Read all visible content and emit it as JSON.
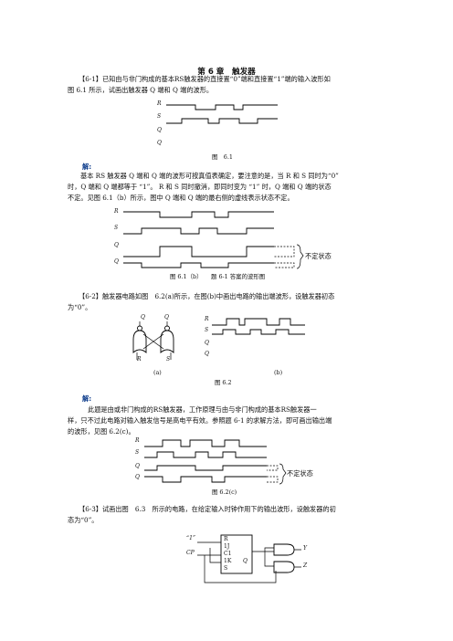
{
  "chapter_title": "第 6 章　触发器",
  "q1": {
    "line1": "【6-1】已知由与非门构成的基本RS触发器的直接置“0”端和直接置“1”端的输入波形如",
    "line2": "图 6.1 所示，试画出触发器 Q 端和 Q 端的波形。",
    "signals": [
      "R",
      "S",
      "Q",
      "Q"
    ],
    "caption": "图　6.1"
  },
  "sol1": {
    "head": "解:",
    "line1": "基本 RS 触发器 Q 端和 Q 端的波形可按真值表确定，要注意的是，当 R 和 S 同时为“0”",
    "line2": "时，Q 端和 Q 端都等于 “1”。 R 和 S 同时撤消，即同时变为 “1” 时，Q 端和 Q 端的状态",
    "line3": "不定。见图 6.1（b）所示，图中 Q 端和 Q 端的最右侧的虚线表示状态不定。",
    "signals": [
      "R",
      "S",
      "Q",
      "Q"
    ],
    "indeterminate": "不定状态",
    "caption": "图 6.1（b）　　题 6-1 答案的波形图"
  },
  "q2": {
    "line1": "【6-2】触发器电路如图　6.2(a)所示，在图(b)中画出电路的输出端波形，设触发器初态",
    "line2": "为“0”。",
    "gate_labels": [
      "Q",
      "Q",
      "R",
      "S"
    ],
    "signals": [
      "R",
      "S",
      "Q",
      "Q"
    ],
    "sub_a": "(a)",
    "sub_b": "(b)",
    "caption": "图 6.2"
  },
  "sol2": {
    "head": "解:",
    "line1": "此题是由或非门构成的RS触发器，工作原理与由与非门构成的基本RS触发器一",
    "line2": "样，只不过此电路对输入触发信号是高电平有效。参照题 6-1 的求解方法，即可画出输出端",
    "line3": "的波形，见图 6.2(c)。",
    "signals": [
      "R",
      "S",
      "Q",
      "Q"
    ],
    "indeterminate": "不定状态",
    "caption": "图 6.2(c)"
  },
  "q3": {
    "line1": "【6-3】试画出图　6.3　所示的电路，在给定输入时钟作用下的输出波形，设触发器的初",
    "line2": "态为“0”。",
    "in_one": "“1”",
    "clk": "CP",
    "ff_labels": [
      "R",
      "1J",
      "C1",
      "1K",
      "S",
      "Q"
    ],
    "out_y": "Y",
    "out_z": "Z"
  }
}
